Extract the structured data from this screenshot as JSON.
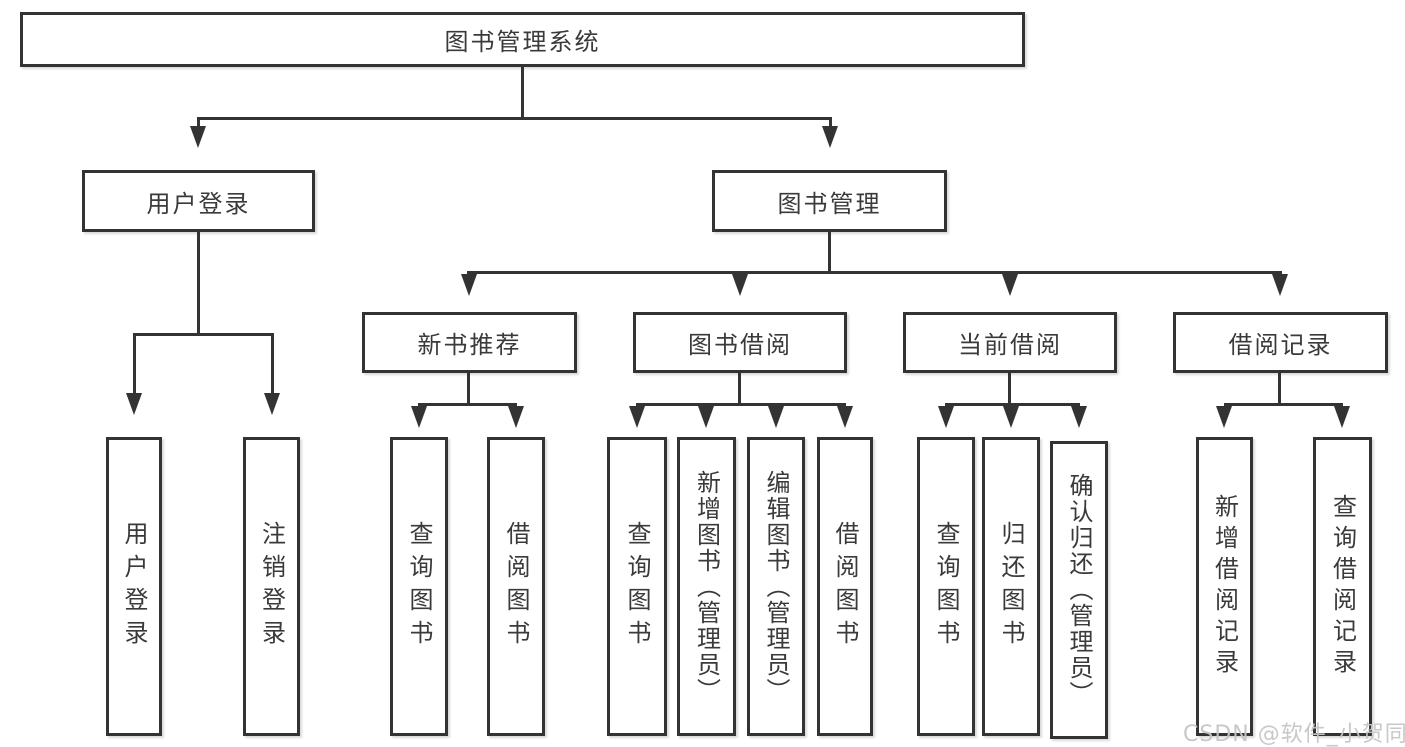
{
  "diagram": {
    "root": {
      "label": "图书管理系统"
    },
    "level2": [
      {
        "label": "用户登录"
      },
      {
        "label": "图书管理"
      }
    ],
    "level3": [
      {
        "label": "新书推荐"
      },
      {
        "label": "图书借阅"
      },
      {
        "label": "当前借阅"
      },
      {
        "label": "借阅记录"
      }
    ],
    "leaves": {
      "user_login": [
        "用户登录",
        "注销登录"
      ],
      "new_book_recommend": [
        "查询图书",
        "借阅图书"
      ],
      "book_borrow": [
        "查询图书",
        "新增图书（管理员）",
        "编辑图书（管理员）",
        "借阅图书"
      ],
      "current_borrow": [
        "查询图书",
        "归还图书",
        "确认归还（管理员）"
      ],
      "borrow_records": [
        "新增借阅记录",
        "查询借阅记录"
      ]
    }
  },
  "watermark": {
    "text": "CSDN @软件_小贺同学"
  },
  "colors": {
    "background": "#ffffff",
    "line": "#333333",
    "box_border": "#333333",
    "box_fill": "#ffffff",
    "text": "#3a3a3a",
    "watermark": "#c6c6c6"
  }
}
